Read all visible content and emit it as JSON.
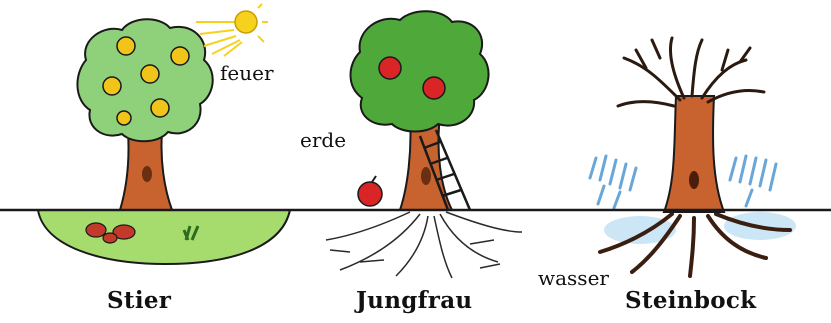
{
  "labels": {
    "feuer": "feuer",
    "erde": "erde",
    "wasser": "wasser"
  },
  "captions": {
    "stier": "Stier",
    "jungfrau": "Jungfrau",
    "steinbock": "Steinbock"
  },
  "colors": {
    "foliage": "#4fa83a",
    "foliage_light": "#8fd07a",
    "trunk": "#c8632f",
    "outline": "#1a1a1a",
    "sun": "#f6d21e",
    "apple": "#d92525",
    "flower": "#f0c419",
    "rain": "#6aa6d8",
    "ground_green": "#a6dc6e"
  },
  "icons": [
    "sun-icon",
    "apple-icon",
    "ladder-icon",
    "flower-icon",
    "rain-icon"
  ]
}
